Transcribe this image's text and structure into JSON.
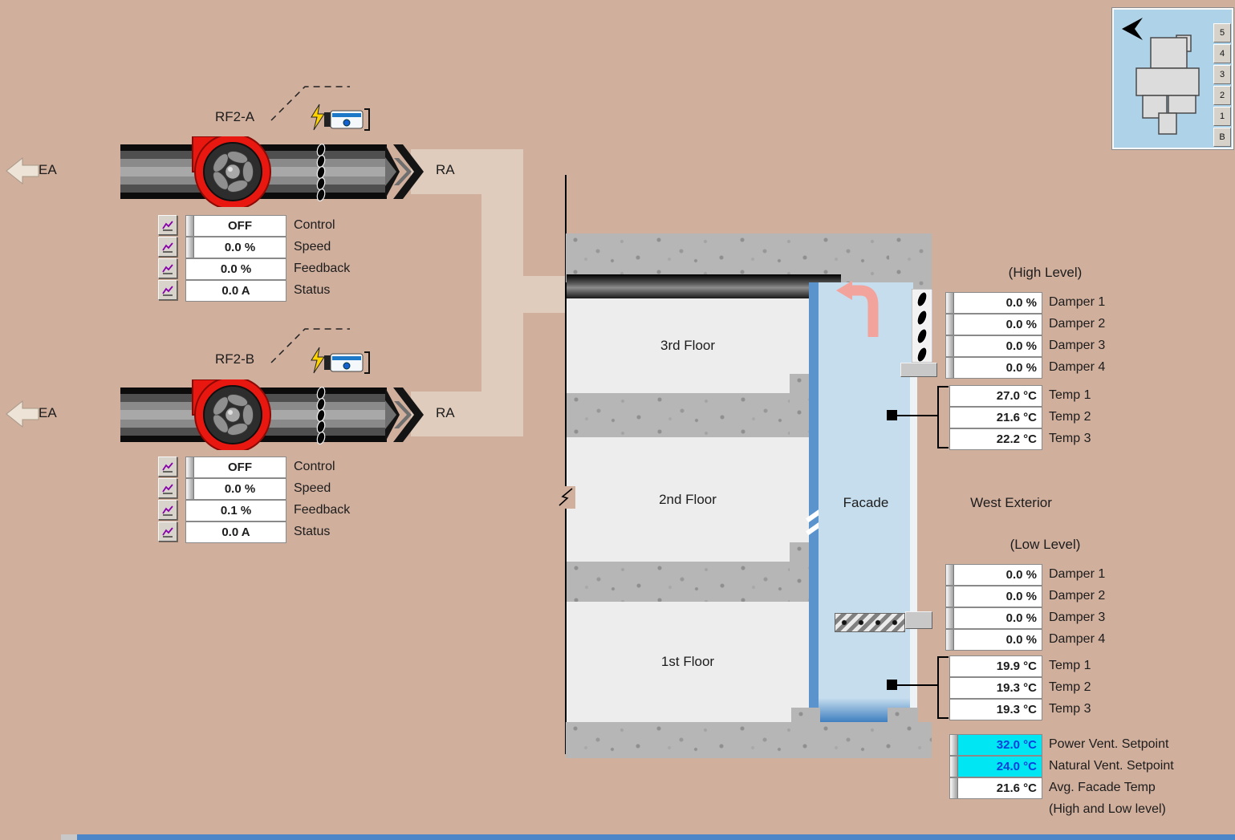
{
  "fans": [
    {
      "name": "RF2-A",
      "ea_label": "EA",
      "ra_label": "RA",
      "rows": [
        {
          "value": "OFF",
          "label": "Control"
        },
        {
          "value": "0.0 %",
          "label": "Speed"
        },
        {
          "value": "0.0 %",
          "label": "Feedback"
        },
        {
          "value": "0.0 A",
          "label": "Status"
        }
      ]
    },
    {
      "name": "RF2-B",
      "ea_label": "EA",
      "ra_label": "RA",
      "rows": [
        {
          "value": "OFF",
          "label": "Control"
        },
        {
          "value": "0.0 %",
          "label": "Speed"
        },
        {
          "value": "0.1 %",
          "label": "Feedback"
        },
        {
          "value": "0.0 A",
          "label": "Status"
        }
      ]
    }
  ],
  "building": {
    "floors": [
      "3rd Floor",
      "2nd Floor",
      "1st Floor"
    ],
    "facade_label": "Facade",
    "west_exterior_label": "West Exterior"
  },
  "high_level": {
    "title": "(High Level)",
    "dampers": [
      {
        "value": "0.0 %",
        "label": "Damper 1"
      },
      {
        "value": "0.0 %",
        "label": "Damper 2"
      },
      {
        "value": "0.0 %",
        "label": "Damper 3"
      },
      {
        "value": "0.0 %",
        "label": "Damper 4"
      }
    ],
    "temps": [
      {
        "value": "27.0 °C",
        "label": "Temp 1"
      },
      {
        "value": "21.6 °C",
        "label": "Temp 2"
      },
      {
        "value": "22.2 °C",
        "label": "Temp 3"
      }
    ]
  },
  "low_level": {
    "title": "(Low Level)",
    "dampers": [
      {
        "value": "0.0 %",
        "label": "Damper 1"
      },
      {
        "value": "0.0 %",
        "label": "Damper 2"
      },
      {
        "value": "0.0 %",
        "label": "Damper 3"
      },
      {
        "value": "0.0 %",
        "label": "Damper 4"
      }
    ],
    "temps": [
      {
        "value": "19.9 °C",
        "label": "Temp 1"
      },
      {
        "value": "19.3 °C",
        "label": "Temp 2"
      },
      {
        "value": "19.3 °C",
        "label": "Temp 3"
      }
    ]
  },
  "setpoints": {
    "rows": [
      {
        "value": "32.0 °C",
        "label": "Power Vent. Setpoint"
      },
      {
        "value": "24.0 °C",
        "label": "Natural Vent. Setpoint"
      },
      {
        "value": "21.6 °C",
        "label": "Avg. Facade Temp"
      }
    ],
    "note": "(High and Low level)"
  },
  "nav": {
    "floor_buttons": [
      "5",
      "4",
      "3",
      "2",
      "1",
      "B"
    ]
  },
  "colors": {
    "background": "#d1af9d",
    "fan_red": "#e81710",
    "facade_cavity_blue": "#c6ddee",
    "facade_glass_blue": "#5b93cc",
    "setpoint_bg": "#00e6f2",
    "setpoint_text": "#0040dd",
    "concrete_gray": "#b6b6b6",
    "airflow_pink": "#f2a49c"
  }
}
